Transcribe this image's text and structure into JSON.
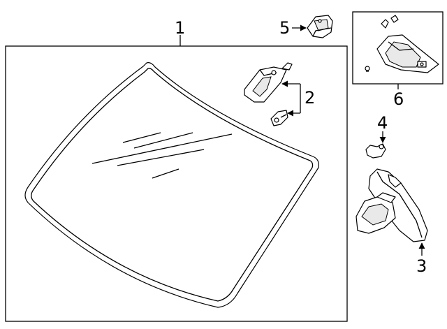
{
  "callouts": {
    "windshield": "1",
    "brackets": "2",
    "mirror": "3",
    "mirror_bracket": "4",
    "sensor": "5",
    "cover": "6"
  },
  "colors": {
    "line": "#000000",
    "background": "#ffffff",
    "shade": "#e9e9e9"
  }
}
